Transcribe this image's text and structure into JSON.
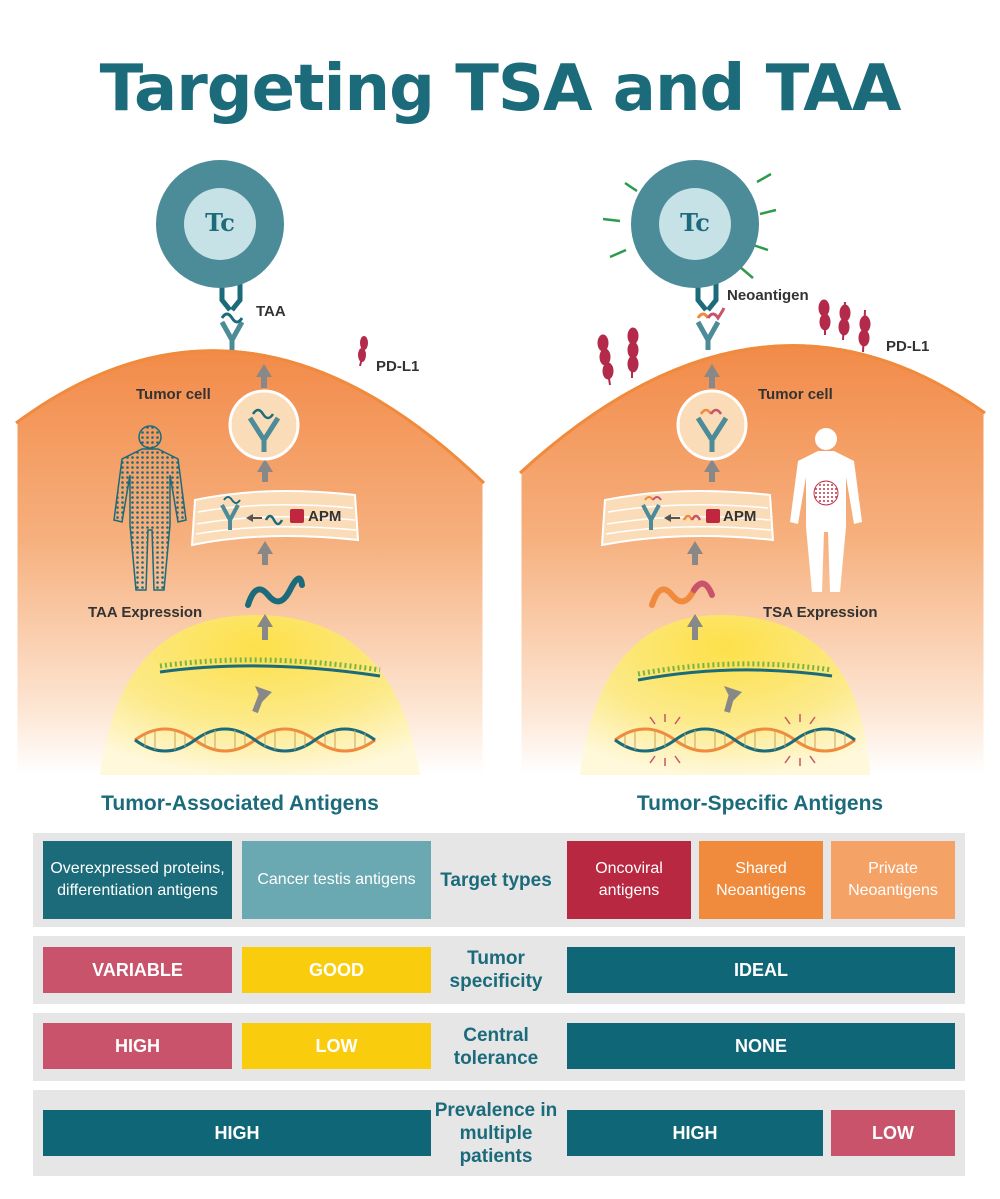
{
  "title": "Targeting TSA and TAA",
  "left_panel": {
    "cell_label": "Tc",
    "antigen_label": "TAA",
    "pdl1_label": "PD-L1",
    "tumor_label": "Tumor cell",
    "apm_label": "APM",
    "expression_label": "TAA Expression"
  },
  "right_panel": {
    "cell_label": "Tc",
    "antigen_label": "Neoantigen",
    "pdl1_label": "PD-L1",
    "tumor_label": "Tumor cell",
    "apm_label": "APM",
    "expression_label": "TSA Expression"
  },
  "sections": {
    "left": "Tumor-Associated Antigens",
    "right": "Tumor-Specific Antigens"
  },
  "table": {
    "target_types": {
      "label": "Target types",
      "taa_1": "Overexpressed proteins, differentiation antigens",
      "taa_2": "Cancer testis antigens",
      "tsa_1": "Oncoviral antigens",
      "tsa_2": "Shared Neoantigens",
      "tsa_3": "Private Neoantigens"
    },
    "specificity": {
      "label": "Tumor specificity",
      "taa_1": "VARIABLE",
      "taa_2": "GOOD",
      "tsa": "IDEAL"
    },
    "tolerance": {
      "label": "Central tolerance",
      "taa_1": "HIGH",
      "taa_2": "LOW",
      "tsa": "NONE"
    },
    "prevalence": {
      "label": "Prevalence in multiple patients",
      "taa": "HIGH",
      "tsa_1": "HIGH",
      "tsa_2": "LOW"
    }
  },
  "colors": {
    "teal_dark": "#1b6b7b",
    "teal_light": "#6aa8b2",
    "red": "#c8536a",
    "crimson": "#b82840",
    "yellow": "#f9cd0e",
    "orange": "#f08a3c",
    "orange_light": "#f5a266"
  }
}
